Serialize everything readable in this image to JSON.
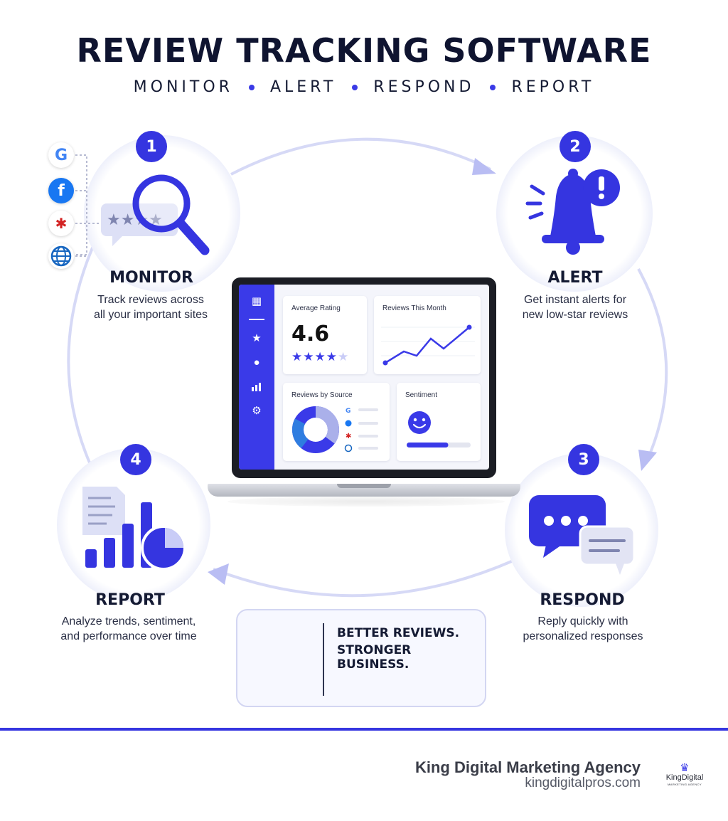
{
  "header": {
    "title": "REVIEW TRACKING SOFTWARE",
    "subtitle": [
      "MONITOR",
      "ALERT",
      "RESPOND",
      "REPORT"
    ]
  },
  "colors": {
    "accent": "#3535e0",
    "light_accent": "#c9ccf7",
    "text": "#141a33"
  },
  "steps": [
    {
      "number": "1",
      "title": "MONITOR",
      "desc_line1": "Track reviews across",
      "desc_line2": "all your important sites",
      "icon": "magnifier-icon"
    },
    {
      "number": "2",
      "title": "ALERT",
      "desc_line1": "Get instant alerts for",
      "desc_line2": "new low-star reviews",
      "icon": "bell-alert-icon"
    },
    {
      "number": "3",
      "title": "RESPOND",
      "desc_line1": "Reply quickly with",
      "desc_line2": "personalized responses",
      "icon": "chat-bubbles-icon"
    },
    {
      "number": "4",
      "title": "REPORT",
      "desc_line1": "Analyze trends, sentiment,",
      "desc_line2": "and performance over time",
      "icon": "report-chart-icon"
    }
  ],
  "sources": [
    "google-icon",
    "facebook-icon",
    "yelp-icon",
    "globe-icon"
  ],
  "dashboard": {
    "avg_rating_label": "Average Rating",
    "avg_rating_value": "4.6",
    "avg_rating_stars": 4.5,
    "reviews_month_label": "Reviews This Month",
    "reviews_source_label": "Reviews by Source",
    "sentiment_label": "Sentiment",
    "sentiment_level": 0.65
  },
  "badge": {
    "line1": "BETTER REVIEWS.",
    "line2": "STRONGER BUSINESS.",
    "icons": [
      "people-icon",
      "shield-star-icon",
      "growth-chart-icon"
    ]
  },
  "footer": {
    "agency": "King Digital Marketing Agency",
    "site": "kingdigitalpros.com",
    "logo_name": "KingDigital",
    "logo_tag": "MARKETING AGENCY"
  }
}
